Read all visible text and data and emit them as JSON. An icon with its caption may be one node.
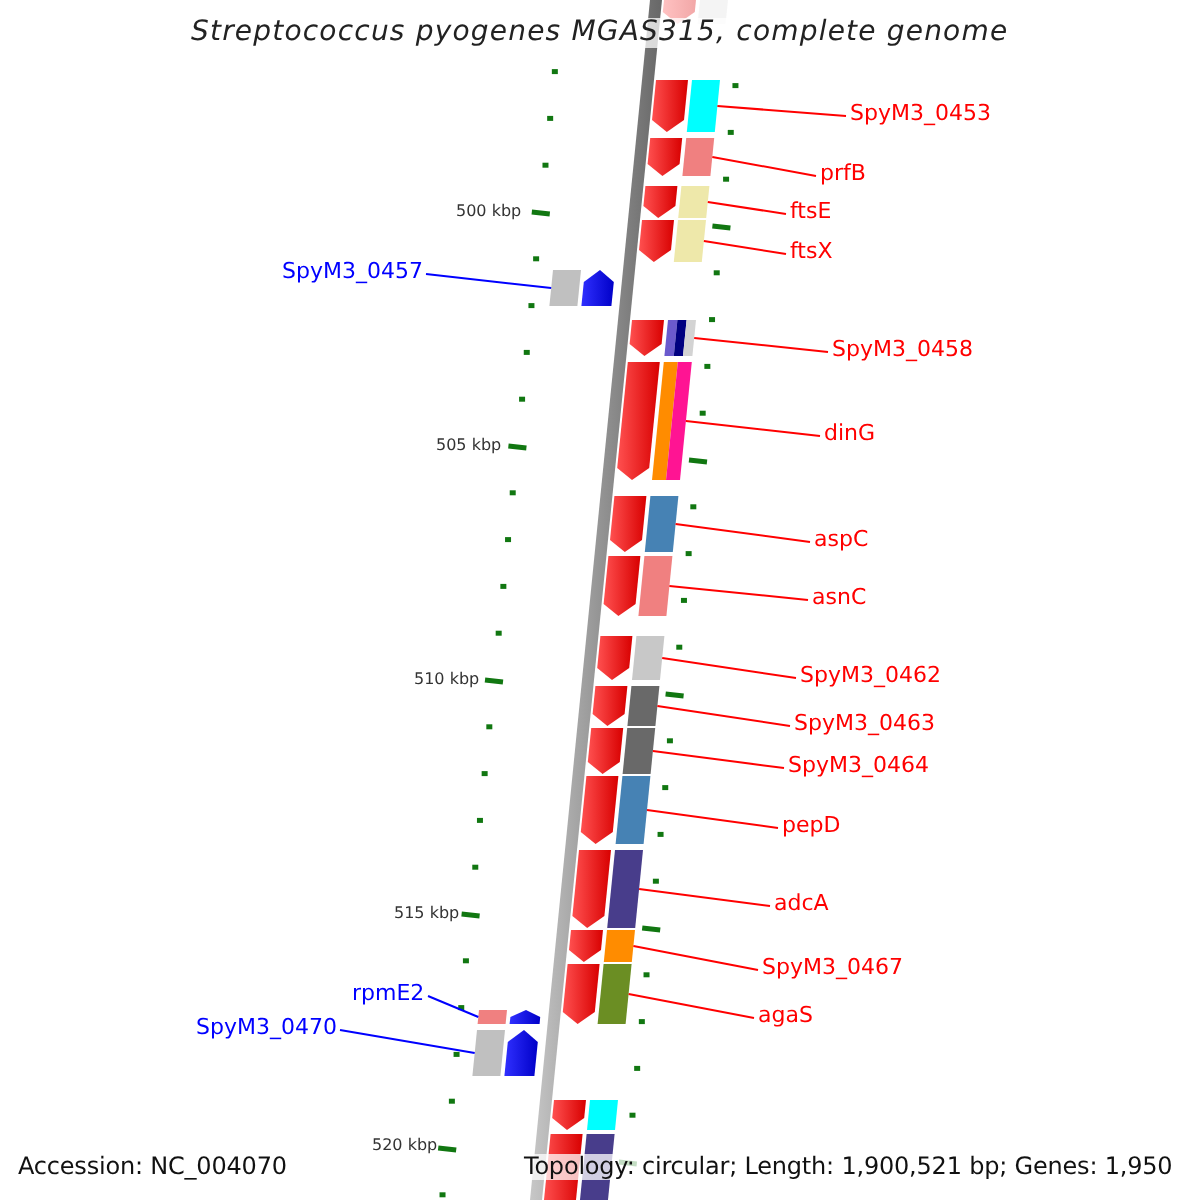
{
  "diagram": {
    "title": "Streptococcus pyogenes MGAS315, complete genome",
    "nodes": [
      {
        "text": [
          "SpyM3_0453"
        ]
      },
      {
        "text": [],
        "shape": "bar"
      },
      {
        "text": [
          "prfB"
        ]
      },
      {
        "text": [],
        "shape": "bar"
      },
      {
        "text": [
          "ftsE"
        ]
      },
      {
        "text": [],
        "shape": "bar"
      },
      {
        "text": [
          "ftsX"
        ]
      },
      {
        "text": [],
        "shape": "bar"
      },
      {
        "text": [
          "SpyM3_0457"
        ]
      },
      {
        "text": [],
        "shape": "bar"
      },
      {
        "text": [
          "SpyM3_0458"
        ]
      },
      {
        "text": [],
        "shape": "bar"
      },
      {
        "text": [
          "dinG"
        ]
      },
      {
        "text": [],
        "shape": "bar"
      },
      {
        "text": [
          "aspC"
        ]
      },
      {
        "text": [],
        "shape": "bar"
      },
      {
        "text": [
          "asnC"
        ]
      },
      {
        "text": [],
        "shape": "bar"
      },
      {
        "text": [
          "SpyM3_0462"
        ]
      },
      {
        "text": [],
        "shape": "bar"
      },
      {
        "text": [
          "SpyM3_0463"
        ]
      },
      {
        "text": [],
        "shape": "bar"
      },
      {
        "text": [
          "SpyM3_0464"
        ]
      },
      {
        "text": [],
        "shape": "bar"
      },
      {
        "text": [
          "pepD"
        ]
      },
      {
        "text": [],
        "shape": "bar"
      },
      {
        "text": [
          "adcA"
        ]
      },
      {
        "text": [],
        "shape": "bar"
      },
      {
        "text": [
          "SpyM3_0467"
        ]
      },
      {
        "text": [],
        "shape": "bar"
      },
      {
        "text": [
          "agaS"
        ]
      },
      {
        "text": [],
        "shape": "bar"
      },
      {
        "text": [
          "rpmE2"
        ]
      },
      {
        "text": [],
        "shape": "bar"
      },
      {
        "text": [
          "SpyM3_0470"
        ]
      },
      {
        "text": [],
        "shape": "bar"
      }
    ],
    "edges": [
      {
        "from": 0,
        "to": 1,
        "arrow": "none"
      },
      {
        "from": 2,
        "to": 3,
        "arrow": "none"
      },
      {
        "from": 4,
        "to": 5,
        "arrow": "none"
      },
      {
        "from": 6,
        "to": 7,
        "arrow": "none"
      },
      {
        "from": 8,
        "to": 9,
        "arrow": "none",
        "color": "#0000ff"
      },
      {
        "from": 10,
        "to": 11,
        "arrow": "none"
      },
      {
        "from": 12,
        "to": 13,
        "arrow": "none"
      },
      {
        "from": 14,
        "to": 15,
        "arrow": "none"
      },
      {
        "from": 16,
        "to": 17,
        "arrow": "none"
      },
      {
        "from": 18,
        "to": 19,
        "arrow": "none"
      },
      {
        "from": 20,
        "to": 21,
        "arrow": "none"
      },
      {
        "from": 22,
        "to": 23,
        "arrow": "none"
      },
      {
        "from": 24,
        "to": 25,
        "arrow": "none"
      },
      {
        "from": 26,
        "to": 27,
        "arrow": "none"
      },
      {
        "from": 28,
        "to": 29,
        "arrow": "none"
      },
      {
        "from": 30,
        "to": 31,
        "arrow": "none"
      },
      {
        "from": 32,
        "to": 33,
        "arrow": "none",
        "color": "#0000ff"
      },
      {
        "from": 34,
        "to": 35,
        "arrow": "none",
        "color": "#0000ff"
      }
    ],
    "labels": [
      "500 kbp",
      "505 kbp",
      "510 kbp",
      "515 kbp",
      "520 kbp",
      "Accession: NC_004070",
      "Topology: circular; Length: 1,900,521 bp; Genes: 1,950"
    ]
  }
}
